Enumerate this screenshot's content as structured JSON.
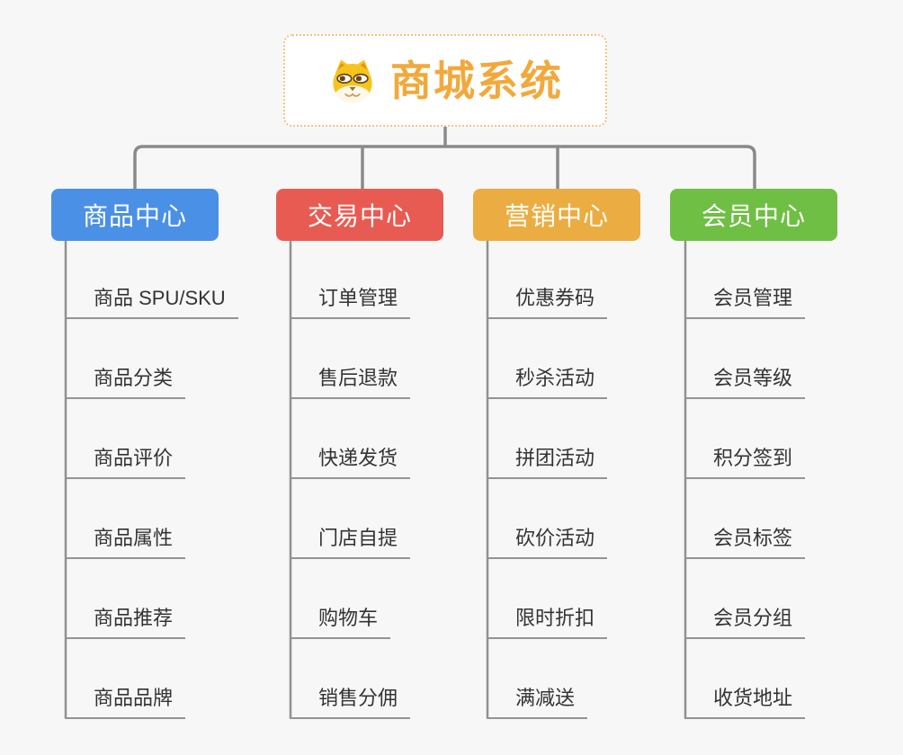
{
  "root": {
    "title": "商城系统",
    "icon": "dog-face-icon"
  },
  "branches": [
    {
      "label": "商品中心",
      "color": "#4a90e6",
      "children": [
        "商品 SPU/SKU",
        "商品分类",
        "商品评价",
        "商品属性",
        "商品推荐",
        "商品品牌"
      ]
    },
    {
      "label": "交易中心",
      "color": "#e85b52",
      "children": [
        "订单管理",
        "售后退款",
        "快递发货",
        "门店自提",
        "购物车",
        "销售分佣"
      ]
    },
    {
      "label": "营销中心",
      "color": "#ebad41",
      "children": [
        "优惠券码",
        "秒杀活动",
        "拼团活动",
        "砍价活动",
        "限时折扣",
        "满减送"
      ]
    },
    {
      "label": "会员中心",
      "color": "#6fbf44",
      "children": [
        "会员管理",
        "会员等级",
        "积分签到",
        "会员标签",
        "会员分组",
        "收货地址"
      ]
    }
  ],
  "colors": {
    "background": "#f7f7f7",
    "connector": "#8a8a8a",
    "spine": "#909090",
    "underline": "#949494",
    "root_accent": "#f2a93c",
    "root_border": "#f3c37e",
    "child_text": "#333333"
  }
}
